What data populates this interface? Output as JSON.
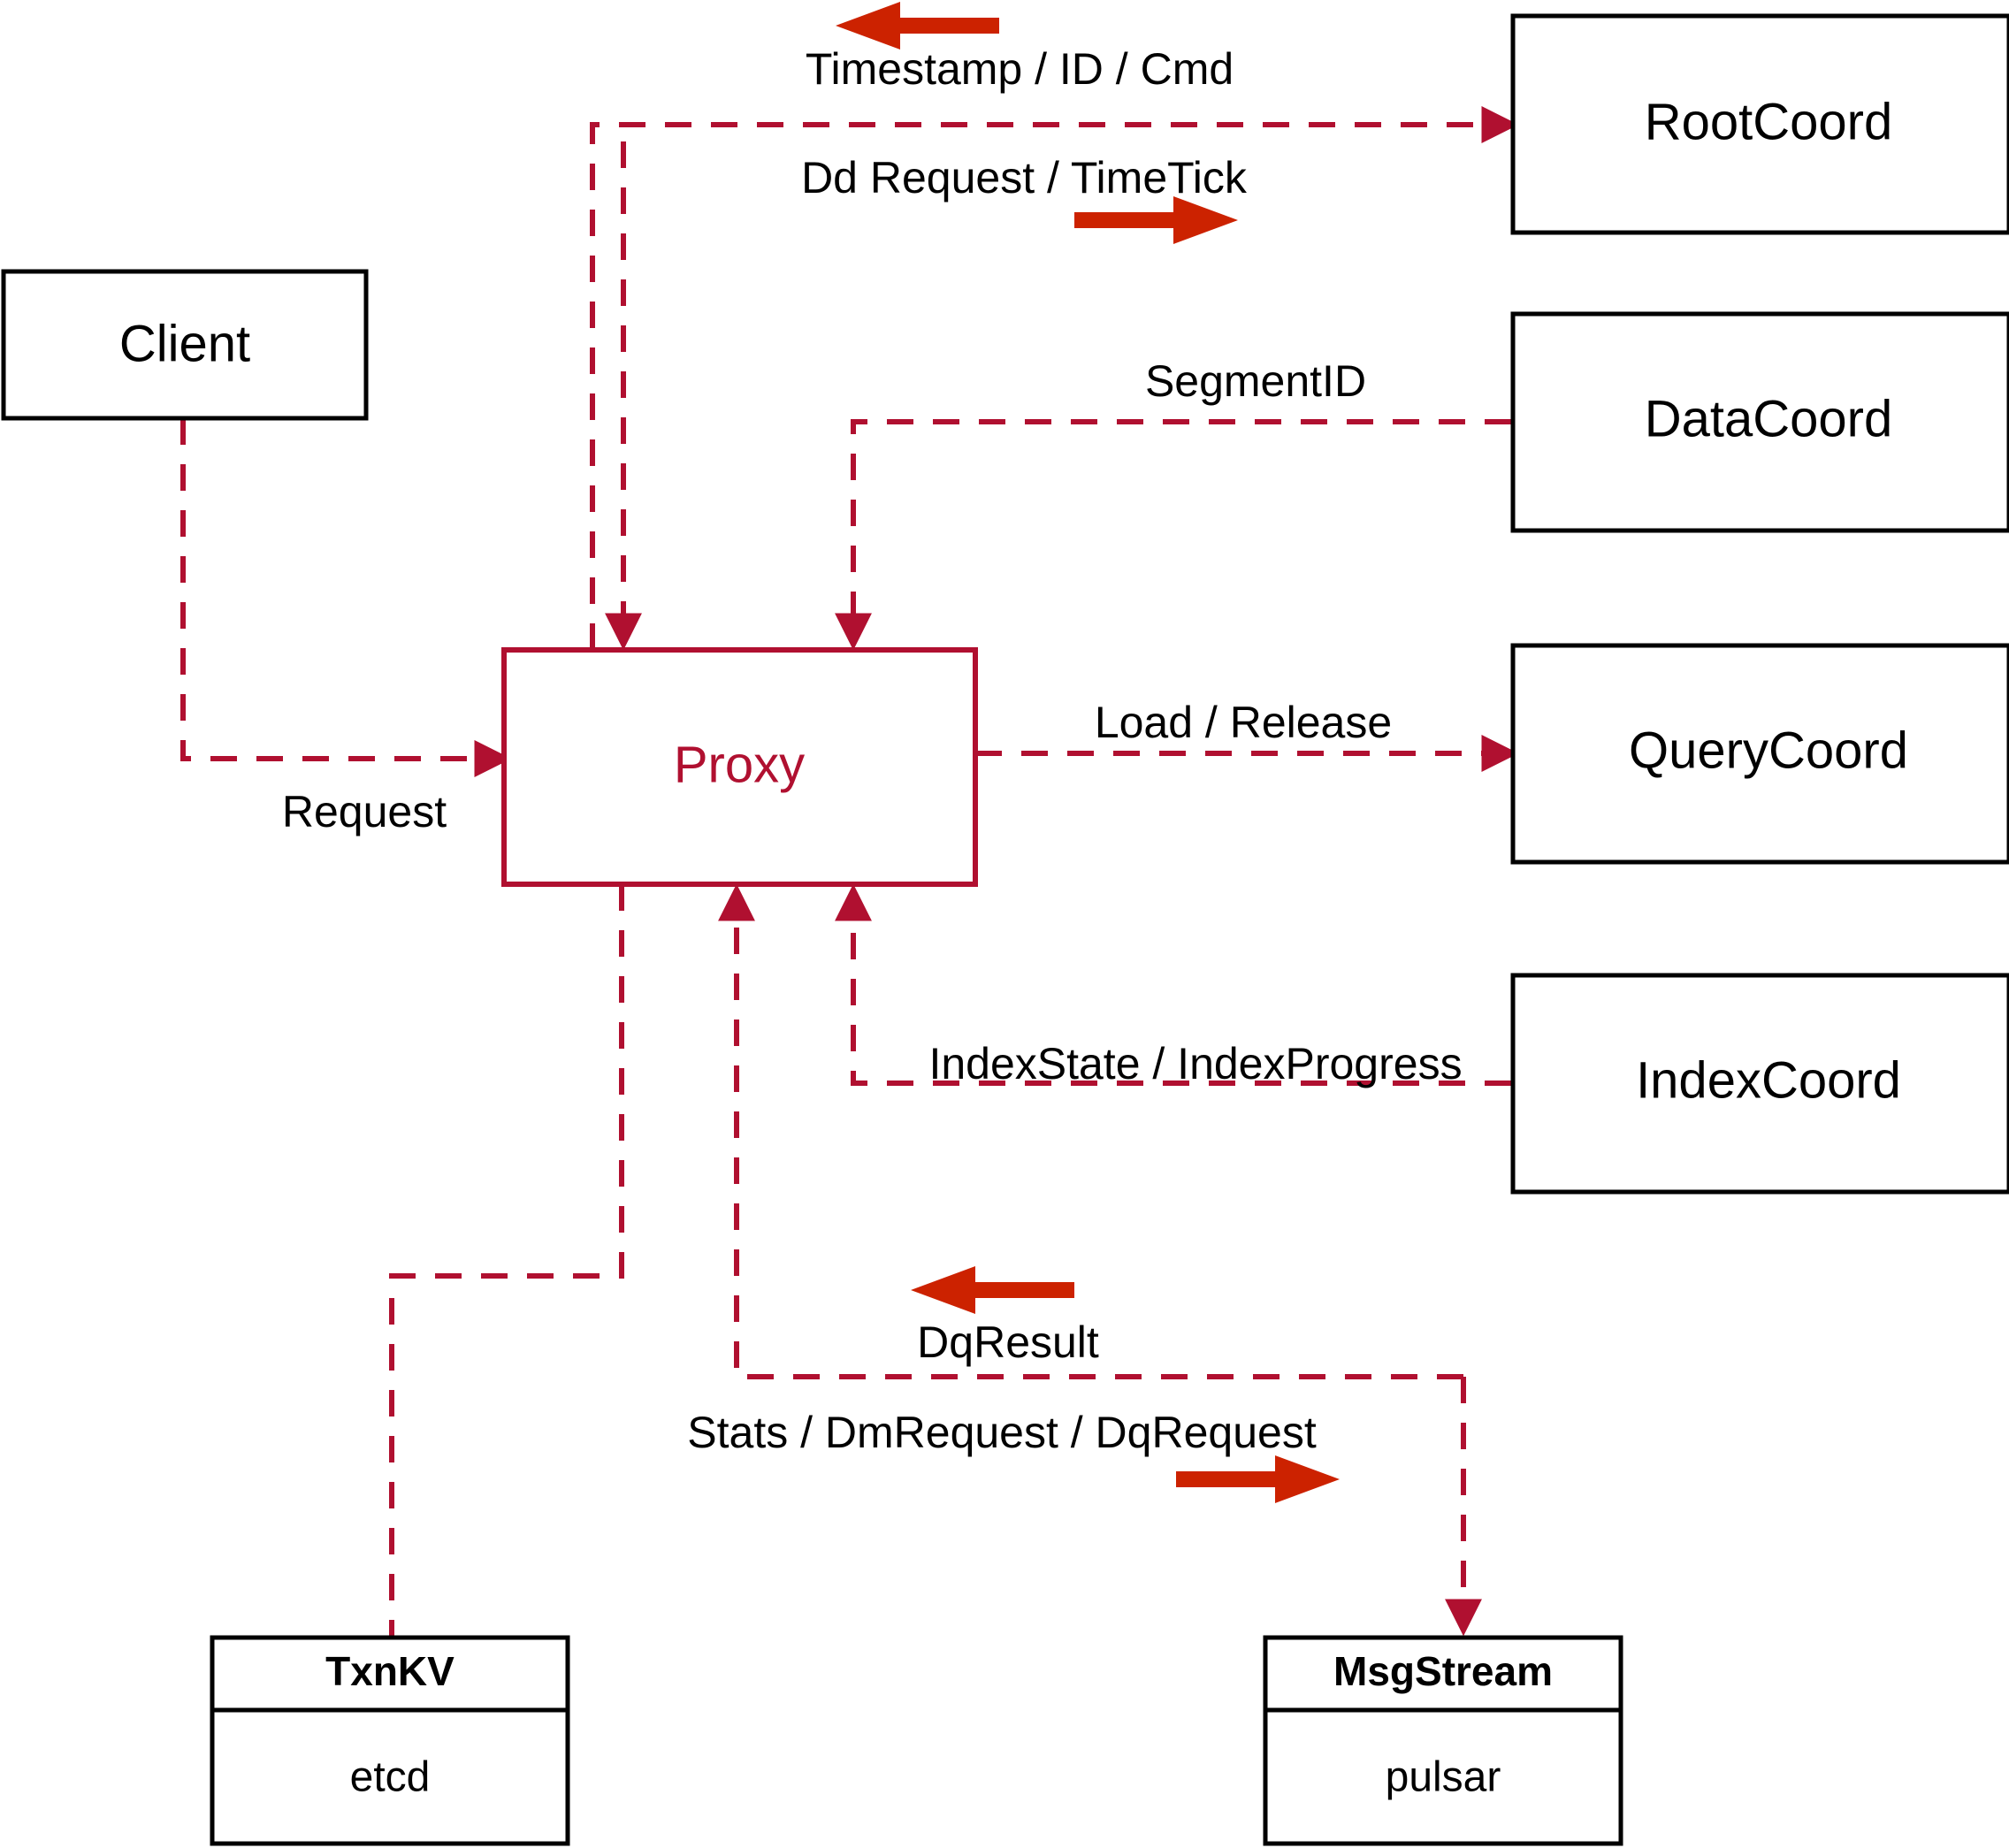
{
  "diagram": {
    "title": "Milvus Proxy interaction diagram",
    "colors": {
      "accent": "#b01030",
      "flow_arrow": "#cc2200",
      "node_stroke": "#000000",
      "background": "#ffffff"
    },
    "nodes": {
      "client": {
        "label": "Client"
      },
      "proxy": {
        "label": "Proxy"
      },
      "root_coord": {
        "label": "RootCoord"
      },
      "data_coord": {
        "label": "DataCoord"
      },
      "query_coord": {
        "label": "QueryCoord"
      },
      "index_coord": {
        "label": "IndexCoord"
      },
      "txn_kv": {
        "header": "TxnKV",
        "body": "etcd"
      },
      "msg_stream": {
        "header": "MsgStream",
        "body": "pulsar"
      }
    },
    "edge_labels": {
      "timestamp_id_cmd": "Timestamp / ID / Cmd",
      "dd_request_timetick": "Dd Request / TimeTick",
      "segment_id": "SegmentID",
      "load_release": "Load / Release",
      "index_state_progress": "IndexState / IndexProgress",
      "request": "Request",
      "dq_result": "DqResult",
      "stats_dm_dq_request": "Stats / DmRequest / DqRequest"
    }
  }
}
